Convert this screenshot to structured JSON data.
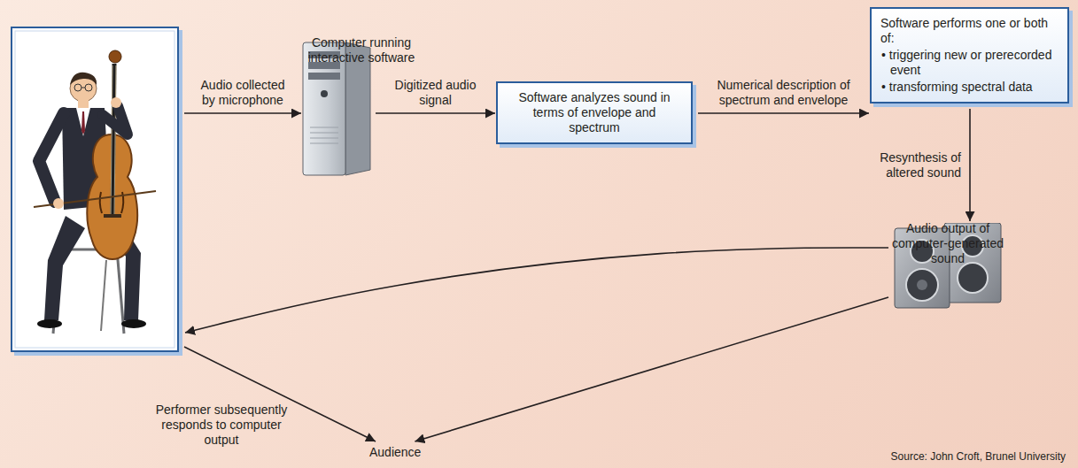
{
  "diagram": {
    "nodes": [
      {
        "text": []
      },
      {
        "text": [
          "Computer running interactive software"
        ]
      },
      {
        "text": [
          "Software analyzes sound in terms of envelope and spectrum"
        ]
      },
      {
        "text": [
          "Software performs one or both of:",
          "• triggering new or prerecorded event",
          "• transforming spectral data"
        ]
      },
      {
        "text": [
          "Audio output of computer-generated sound"
        ]
      },
      {
        "text": [
          "Audience"
        ]
      }
    ],
    "edges": [
      {
        "from": 0,
        "to": 1,
        "arrow": "to",
        "label": "Audio collected by microphone"
      },
      {
        "from": 1,
        "to": 2,
        "arrow": "to",
        "label": "Digitized audio signal"
      },
      {
        "from": 2,
        "to": 3,
        "arrow": "to",
        "label": "Numerical description of spectrum and envelope"
      },
      {
        "from": 3,
        "to": 4,
        "arrow": "to",
        "label": "Resynthesis of altered sound"
      },
      {
        "from": 4,
        "to": 0,
        "arrow": "to"
      },
      {
        "from": 0,
        "to": 5,
        "arrow": "to",
        "label": "Performer subsequently responds to computer output"
      },
      {
        "from": 4,
        "to": 5,
        "arrow": "to"
      }
    ],
    "labels": [
      "Source: John Croft, Brunel University"
    ]
  }
}
